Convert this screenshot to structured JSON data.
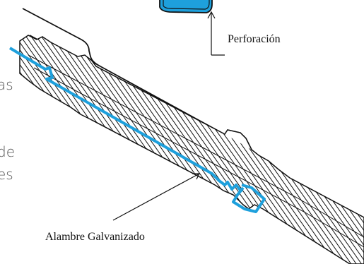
{
  "labels": {
    "perforacion": "Perforación",
    "alambre": "Alambre Galvanizado"
  },
  "side_text_fragments": [
    "as",
    "de",
    "es"
  ],
  "colors": {
    "wire": "#1ea0dc",
    "line": "#111111",
    "side_text": "#555555",
    "background": "#ffffff"
  }
}
